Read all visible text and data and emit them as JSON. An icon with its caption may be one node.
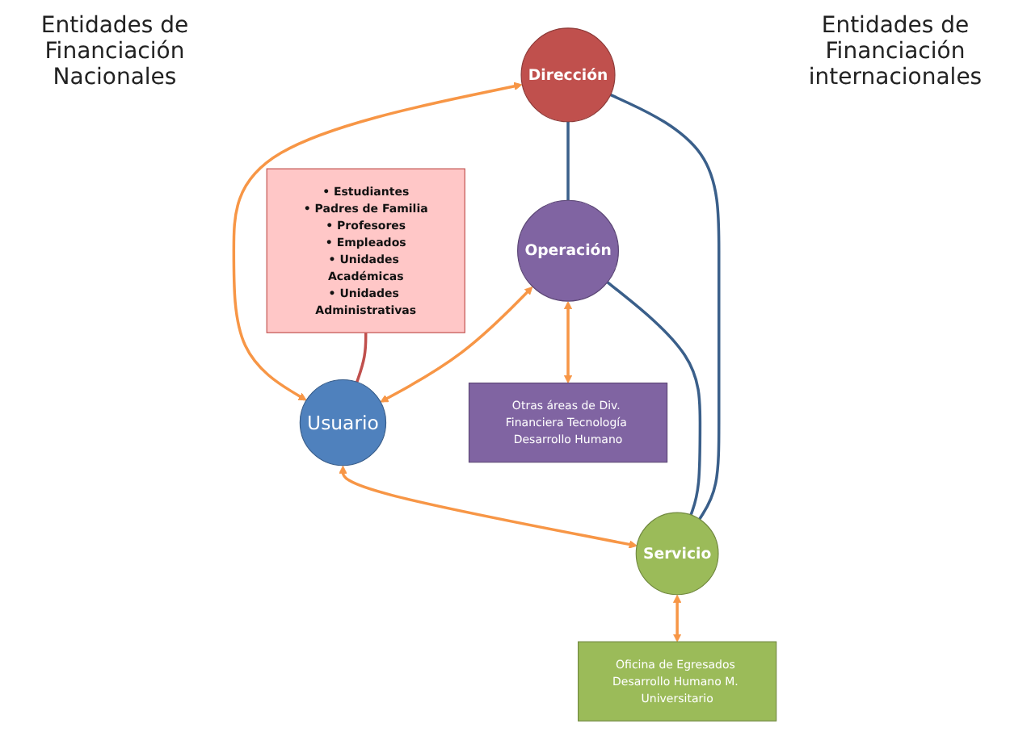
{
  "diagram": {
    "nodes": [
      {
        "text": [
          "Dirección"
        ]
      },
      {
        "text": [
          "Operación"
        ]
      },
      {
        "text": [
          "Usuario"
        ]
      },
      {
        "text": [
          "Servicio"
        ]
      },
      {
        "text": [
          "• Estudiantes",
          "• Padres de Familia",
          "• Profesores",
          "• Empleados",
          "• Unidades Académicas",
          "• Unidades Administrativas"
        ]
      },
      {
        "text": [
          "Otras áreas de Div. Financiera Tecnología Desarrollo Humano"
        ]
      },
      {
        "text": [
          "Oficina de Egresados Desarrollo Humano M. Universitario"
        ]
      }
    ],
    "edges": [
      {
        "from": 0,
        "to": 2,
        "arrow": "both",
        "color": "#f79646"
      },
      {
        "from": 1,
        "to": 2,
        "arrow": "both",
        "color": "#f79646"
      },
      {
        "from": 2,
        "to": 3,
        "arrow": "both",
        "color": "#f79646"
      },
      {
        "from": 1,
        "to": 5,
        "arrow": "both",
        "color": "#f79646"
      },
      {
        "from": 3,
        "to": 6,
        "arrow": "both",
        "color": "#f79646"
      },
      {
        "from": 4,
        "to": 2,
        "arrow": "none",
        "color": "#c0504d"
      },
      {
        "from": 0,
        "to": 1,
        "arrow": "none",
        "color": "#3a5f8a"
      },
      {
        "from": 0,
        "to": 3,
        "arrow": "none",
        "color": "#3a5f8a"
      },
      {
        "from": 1,
        "to": 3,
        "arrow": "none",
        "color": "#3a5f8a"
      }
    ],
    "labels": [
      "Entidades de Financiación Nacionales",
      "Entidades de Financiación internacionales"
    ]
  }
}
